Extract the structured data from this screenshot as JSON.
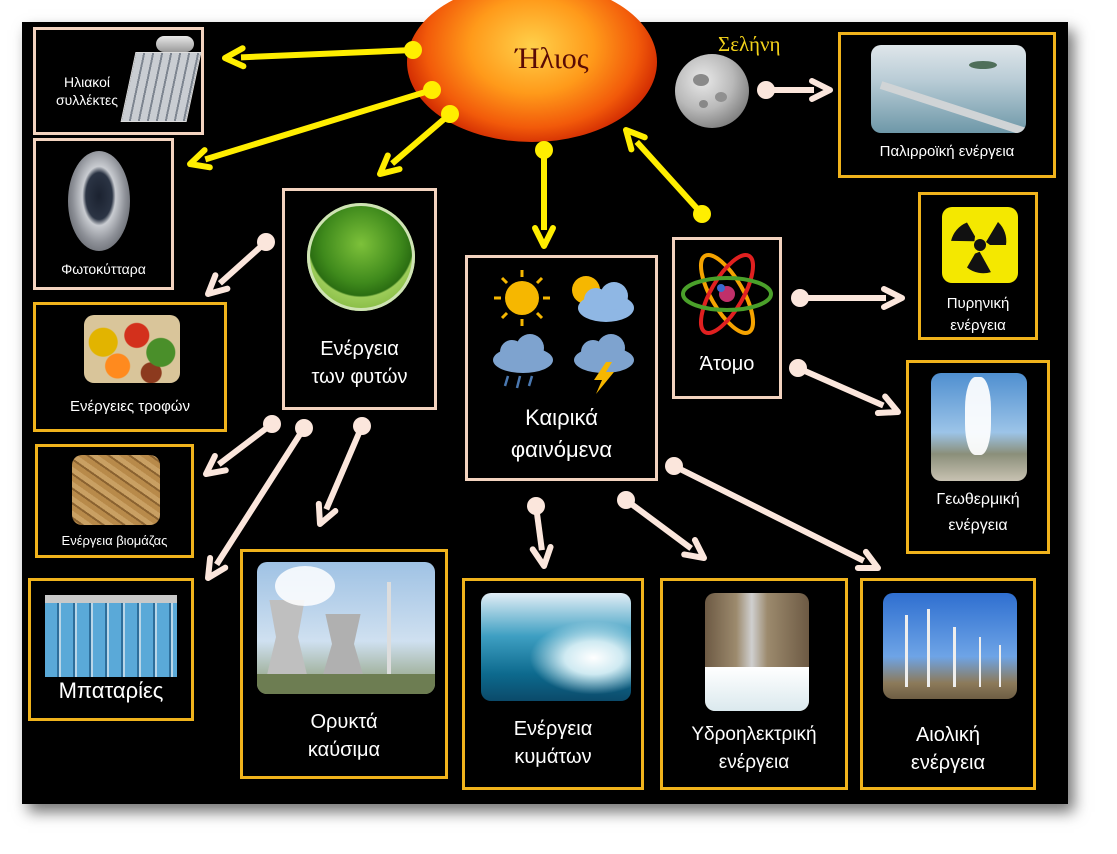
{
  "sun": {
    "label": "Ήλιος"
  },
  "moon": {
    "label": "Σελήνη"
  },
  "nodes": {
    "solar_collectors": "Ηλιακοί συλλέκτες",
    "photocells": "Φωτοκύτταρα",
    "plant_energy": "Ενέργεια των φυτών",
    "food_energy": "Ενέργειες τροφών",
    "biomass": "Ενέργεια βιομάζας",
    "batteries": "Μπαταρίες",
    "fossil_fuels": "Ορυκτά καύσιμα",
    "weather": "Καιρικά φαινόμενα",
    "atom": "Άτομο",
    "tidal": "Παλιρροϊκή ενέργεια",
    "nuclear": "Πυρηνική ενέργεια",
    "geothermal": "Γεωθερμική ενέργεια",
    "wave": "Ενέργεια κυμάτων",
    "hydro": "Υδροηλεκτρική ενέργεια",
    "wind": "Αιολική ενέργεια"
  },
  "colors": {
    "gold_border": "#f0b31c",
    "pale_border": "#f3d3bf",
    "yellow_arrow": "#ffee00",
    "pale_arrow": "#fbe6dc",
    "background": "#000000"
  },
  "icons": [
    "sun-icon",
    "moon-icon",
    "radiation-icon",
    "atom-icon",
    "weather-sun-icon",
    "weather-cloud-sun-icon",
    "weather-rain-icon",
    "weather-storm-icon"
  ]
}
